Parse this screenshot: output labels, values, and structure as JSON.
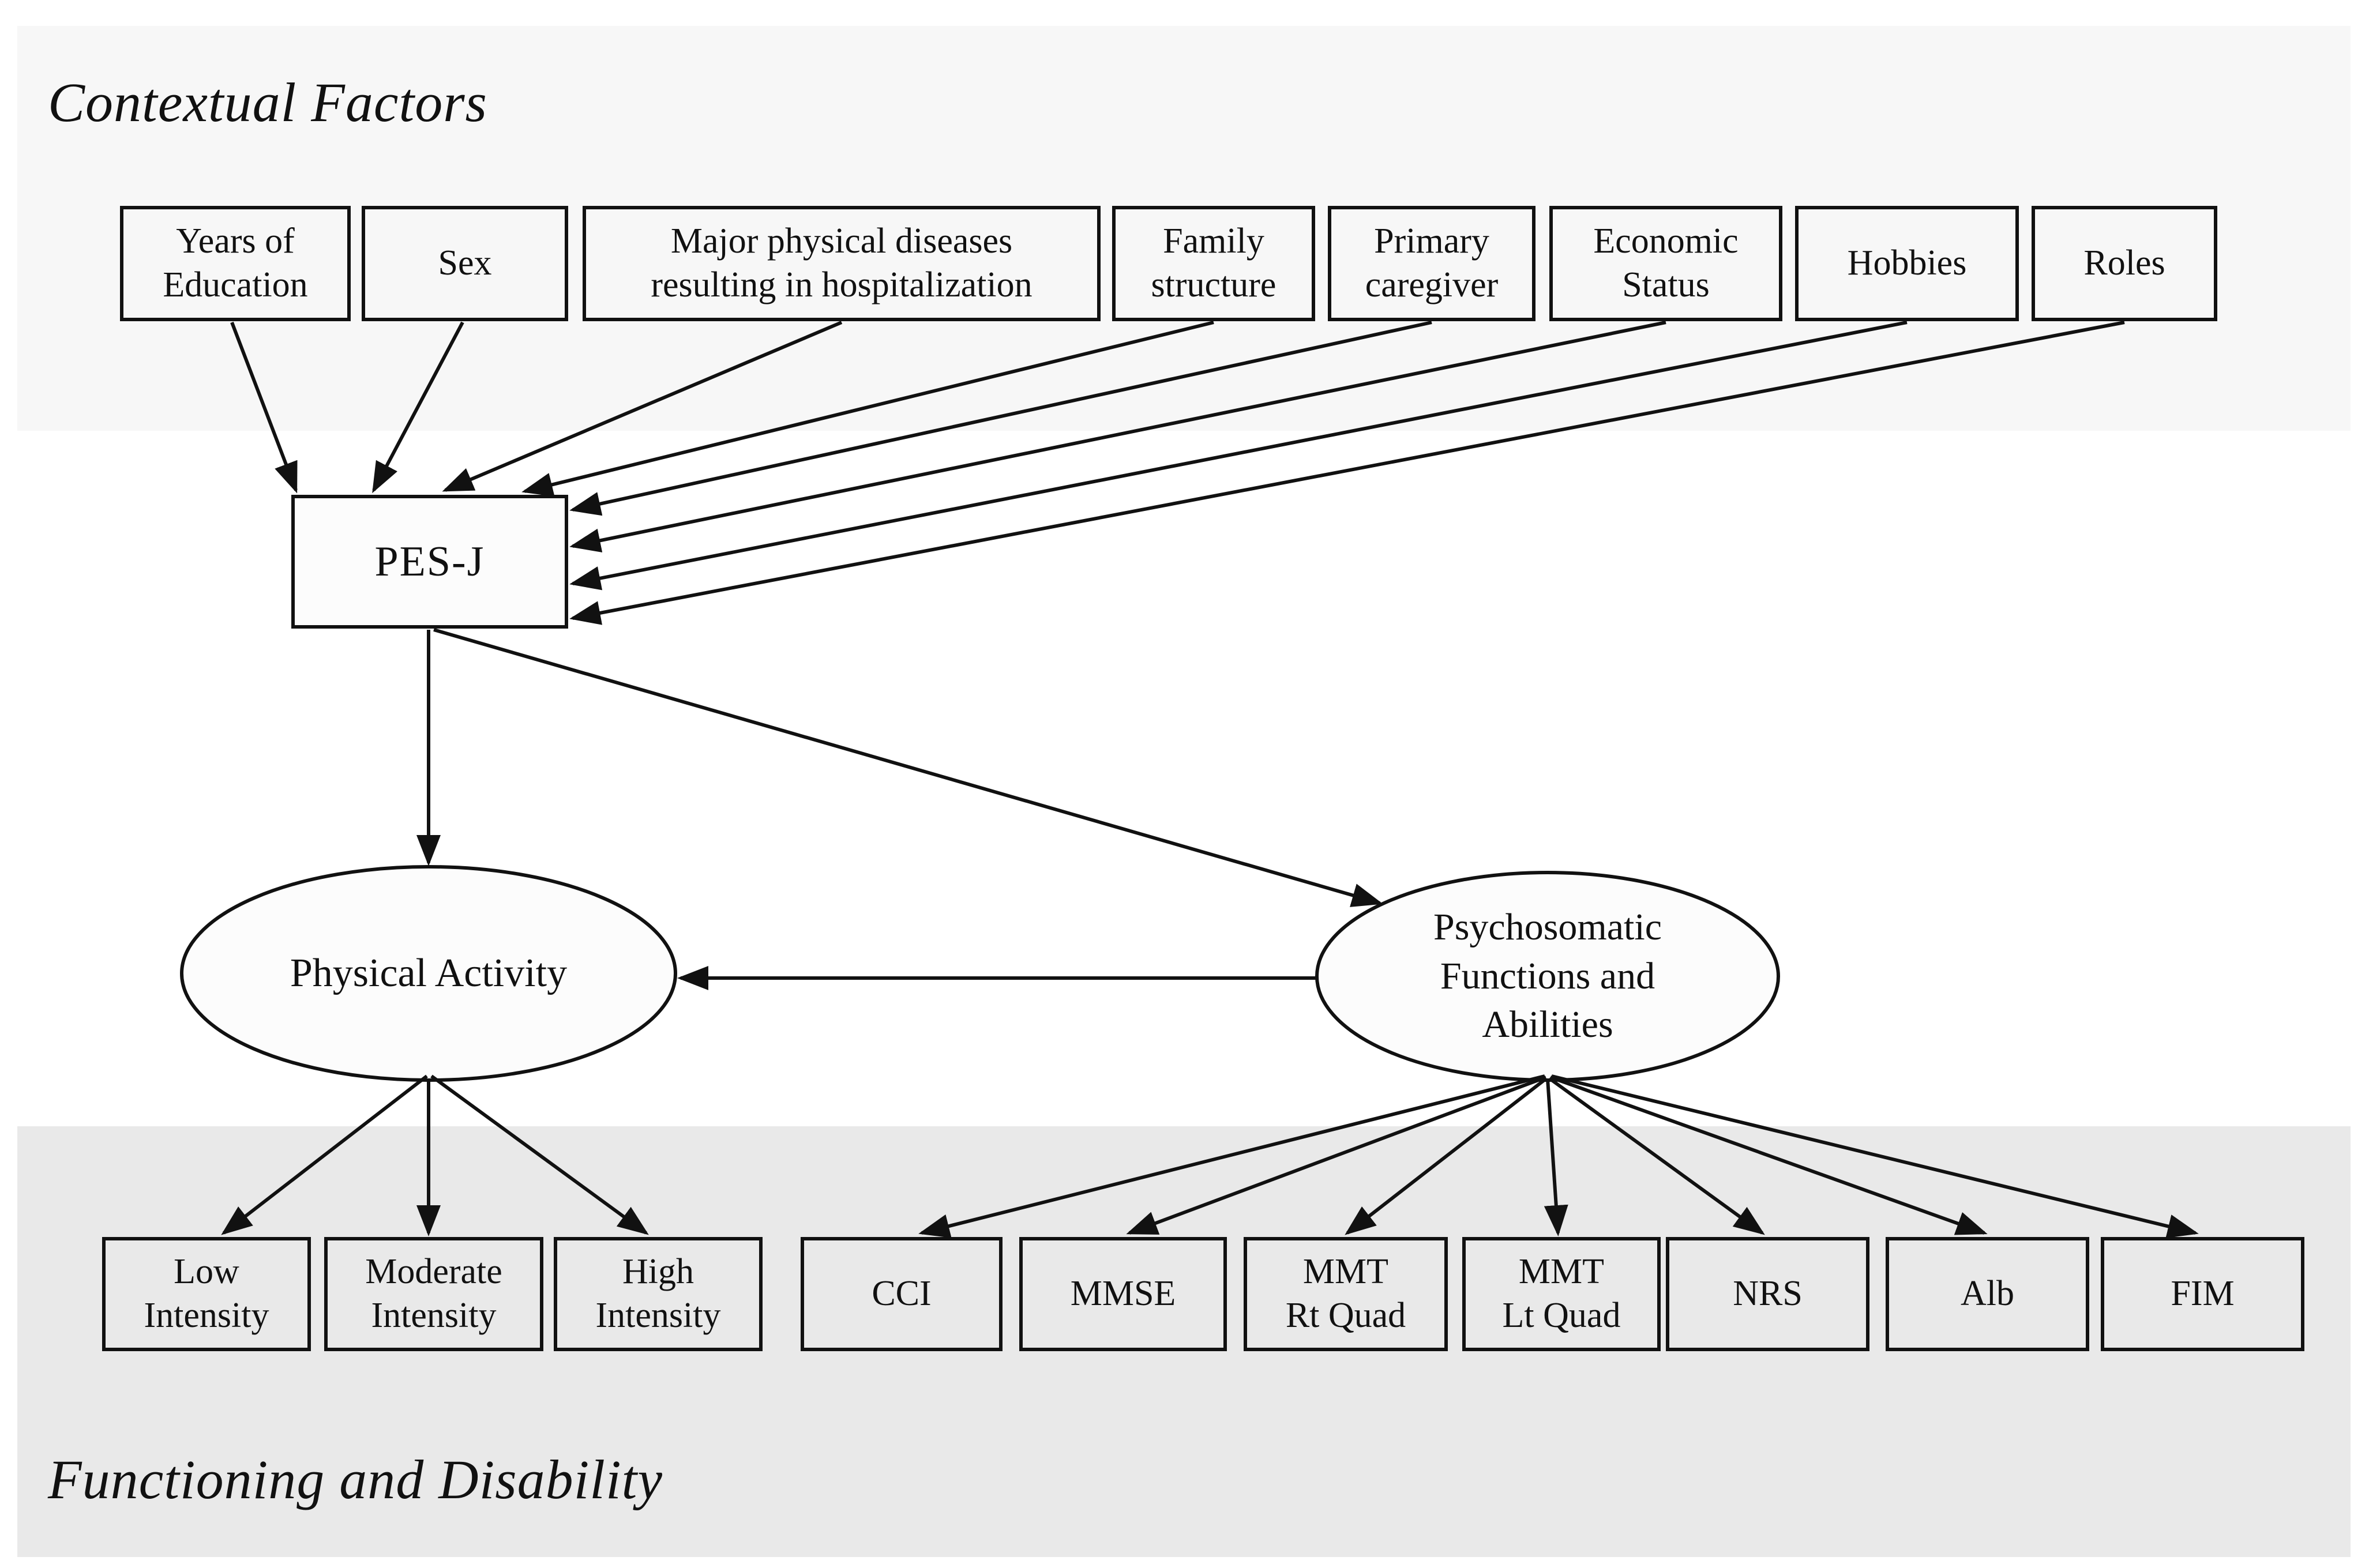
{
  "titles": {
    "contextual": "Contextual Factors",
    "functioning": "Functioning and Disability"
  },
  "contextual_factors": [
    {
      "id": "years-of-education",
      "label": "Years of\nEducation"
    },
    {
      "id": "sex",
      "label": "Sex"
    },
    {
      "id": "major-physical-diseases",
      "label": "Major physical diseases\nresulting in hospitalization"
    },
    {
      "id": "family-structure",
      "label": "Family\nstructure"
    },
    {
      "id": "primary-caregiver",
      "label": "Primary\ncaregiver"
    },
    {
      "id": "economic-status",
      "label": "Economic\nStatus"
    },
    {
      "id": "hobbies",
      "label": "Hobbies"
    },
    {
      "id": "roles",
      "label": "Roles"
    }
  ],
  "mediator": {
    "label": "PES-J"
  },
  "latent": {
    "physical_activity": {
      "label": "Physical Activity"
    },
    "psychosomatic": {
      "label": "Psychosomatic\nFunctions and\nAbilities"
    }
  },
  "pa_indicators": [
    {
      "id": "low-intensity",
      "label": "Low\nIntensity"
    },
    {
      "id": "moderate-intensity",
      "label": "Moderate\nIntensity"
    },
    {
      "id": "high-intensity",
      "label": "High\nIntensity"
    }
  ],
  "ps_indicators": [
    {
      "id": "cci",
      "label": "CCI"
    },
    {
      "id": "mmse",
      "label": "MMSE"
    },
    {
      "id": "mmt-rt-quad",
      "label": "MMT\nRt Quad"
    },
    {
      "id": "mmt-lt-quad",
      "label": "MMT\nLt Quad"
    },
    {
      "id": "nrs",
      "label": "NRS"
    },
    {
      "id": "alb",
      "label": "Alb"
    },
    {
      "id": "fim",
      "label": "FIM"
    }
  ],
  "colors": {
    "line": "#111111",
    "band_top": "#f7f7f7",
    "band_bottom": "#e9e9e9",
    "background": "#ffffff",
    "node_fill_top": "#f7f7f7",
    "node_fill_bottom": "#e9e9e9",
    "node_fill_white": "#fcfcfc"
  }
}
